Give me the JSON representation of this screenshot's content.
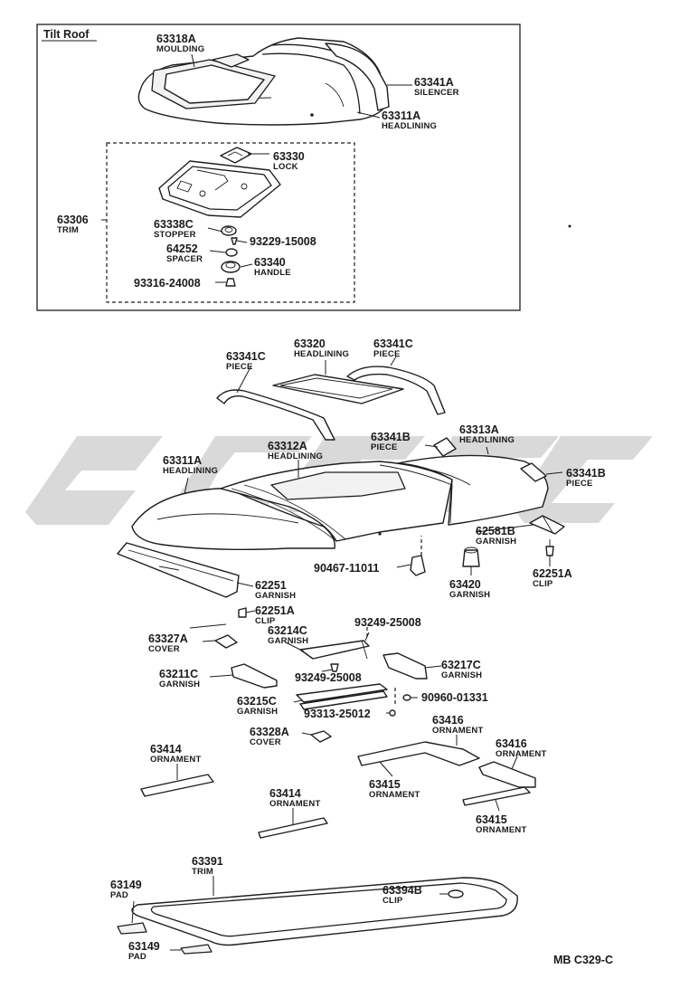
{
  "inset": {
    "title": "Tilt Roof"
  },
  "footer": {
    "code": "MB C329-C"
  },
  "callouts": [
    {
      "key": "c01",
      "number": "63318A",
      "name": "MOULDING"
    },
    {
      "key": "c02",
      "number": "63341A",
      "name": "SILENCER"
    },
    {
      "key": "c03",
      "number": "63311A",
      "name": "HEADLINING"
    },
    {
      "key": "c04",
      "number": "63330",
      "name": "LOCK"
    },
    {
      "key": "c05",
      "number": "63306",
      "name": "TRIM"
    },
    {
      "key": "c06",
      "number": "63338C",
      "name": "STOPPER"
    },
    {
      "key": "c07",
      "number": "93229-15008",
      "name": ""
    },
    {
      "key": "c08",
      "number": "64252",
      "name": "SPACER"
    },
    {
      "key": "c09",
      "number": "63340",
      "name": "HANDLE"
    },
    {
      "key": "c10",
      "number": "93316-24008",
      "name": ""
    },
    {
      "key": "c11",
      "number": "63341C",
      "name": "PIECE"
    },
    {
      "key": "c12",
      "number": "63320",
      "name": "HEADLINING"
    },
    {
      "key": "c13",
      "number": "63341C",
      "name": "PIECE"
    },
    {
      "key": "c14",
      "number": "63341B",
      "name": "PIECE"
    },
    {
      "key": "c15",
      "number": "63313A",
      "name": "HEADLINING"
    },
    {
      "key": "c16",
      "number": "63311A",
      "name": "HEADLINING"
    },
    {
      "key": "c17",
      "number": "63312A",
      "name": "HEADLINlNG"
    },
    {
      "key": "c18",
      "number": "63341B",
      "name": "PIECE"
    },
    {
      "key": "c19",
      "number": "62581B",
      "name": "GARNISH"
    },
    {
      "key": "c20",
      "number": "90467-11011",
      "name": ""
    },
    {
      "key": "c21",
      "number": "63420",
      "name": "GARNISH"
    },
    {
      "key": "c22",
      "number": "62251A",
      "name": "CLIP"
    },
    {
      "key": "c23",
      "number": "62251",
      "name": "GARNISH"
    },
    {
      "key": "c24",
      "number": "62251A",
      "name": "CLIP"
    },
    {
      "key": "c25",
      "number": "93249-25008",
      "name": ""
    },
    {
      "key": "c26",
      "number": "63327A",
      "name": "COVER"
    },
    {
      "key": "c27",
      "number": "63214C",
      "name": "GARNISH"
    },
    {
      "key": "c28",
      "number": "63217C",
      "name": "GARNISH"
    },
    {
      "key": "c29",
      "number": "63211C",
      "name": "GARNISH"
    },
    {
      "key": "c30",
      "number": "93249-25008",
      "name": ""
    },
    {
      "key": "c31",
      "number": "90960-01331",
      "name": ""
    },
    {
      "key": "c32",
      "number": "63215C",
      "name": "GARNISH"
    },
    {
      "key": "c33",
      "number": "93313-25012",
      "name": ""
    },
    {
      "key": "c34",
      "number": "63416",
      "name": "ORNAMENT"
    },
    {
      "key": "c35",
      "number": "63328A",
      "name": "COVER"
    },
    {
      "key": "c36",
      "number": "63414",
      "name": "ORNAMENT"
    },
    {
      "key": "c37",
      "number": "63416",
      "name": "ORNAMENT"
    },
    {
      "key": "c38",
      "number": "63415",
      "name": "ORNAMENT"
    },
    {
      "key": "c39",
      "number": "63414",
      "name": "ORNAMENT"
    },
    {
      "key": "c40",
      "number": "63415",
      "name": "ORNAMENT"
    },
    {
      "key": "c41",
      "number": "63391",
      "name": "TRIM"
    },
    {
      "key": "c42",
      "number": "63149",
      "name": "PAD"
    },
    {
      "key": "c43",
      "number": "63394B",
      "name": "CLIP"
    },
    {
      "key": "c44",
      "number": "63149",
      "name": "PAD"
    }
  ]
}
